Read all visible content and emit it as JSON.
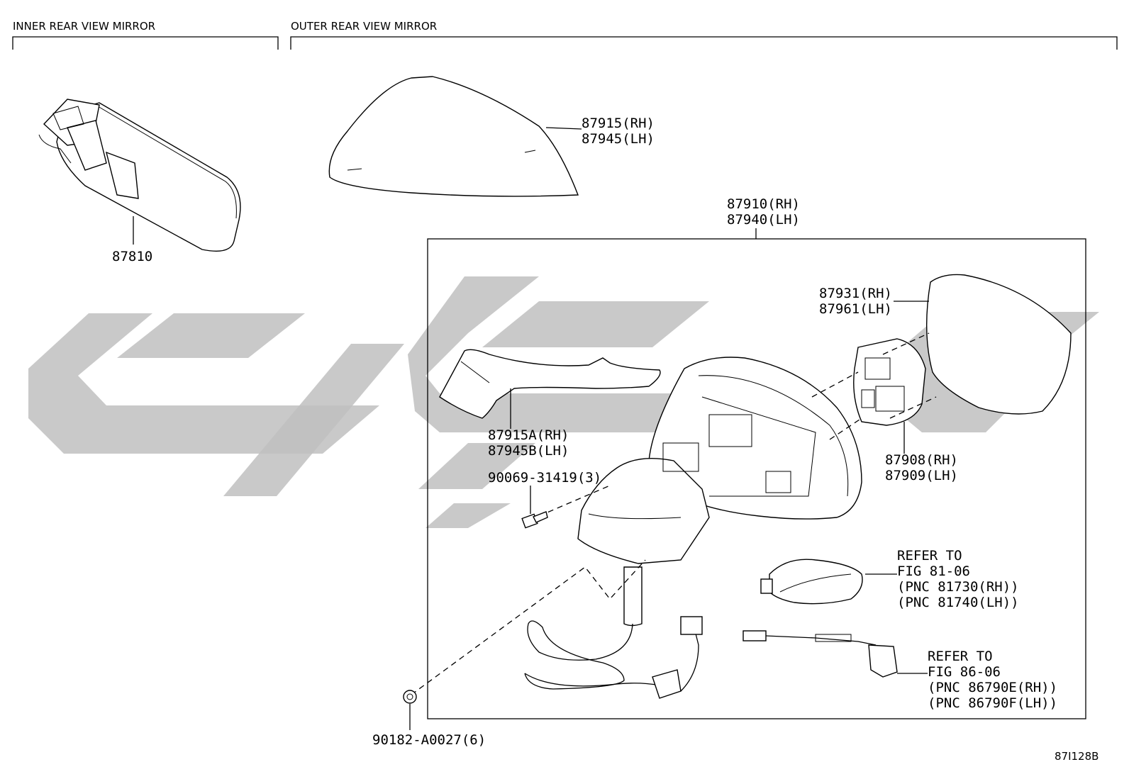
{
  "sections": {
    "inner": "INNER REAR VIEW MIRROR",
    "outer": "OUTER REAR VIEW MIRROR"
  },
  "callouts": {
    "inner_mirror": "87810",
    "cover_rh": "87915(RH)",
    "cover_lh": "87945(LH)",
    "assy_rh": "87910(RH)",
    "assy_lh": "87940(LH)",
    "glass_rh": "87931(RH)",
    "glass_lh": "87961(LH)",
    "garnish_rh": "87915A(RH)",
    "garnish_lh": "87945B(LH)",
    "screw": "90069-31419(3)",
    "actuator_rh": "87908(RH)",
    "actuator_lh": "87909(LH)",
    "clip": "90182-A0027(6)"
  },
  "references": {
    "turn_lamp": [
      "REFER TO",
      "FIG 81-06",
      "(PNC 81730(RH))",
      "(PNC 81740(LH))"
    ],
    "camera": [
      "REFER TO",
      "FIG 86-06",
      "(PNC 86790E(RH))",
      "(PNC 86790F(LH))"
    ]
  },
  "figure_code": "87I128B"
}
